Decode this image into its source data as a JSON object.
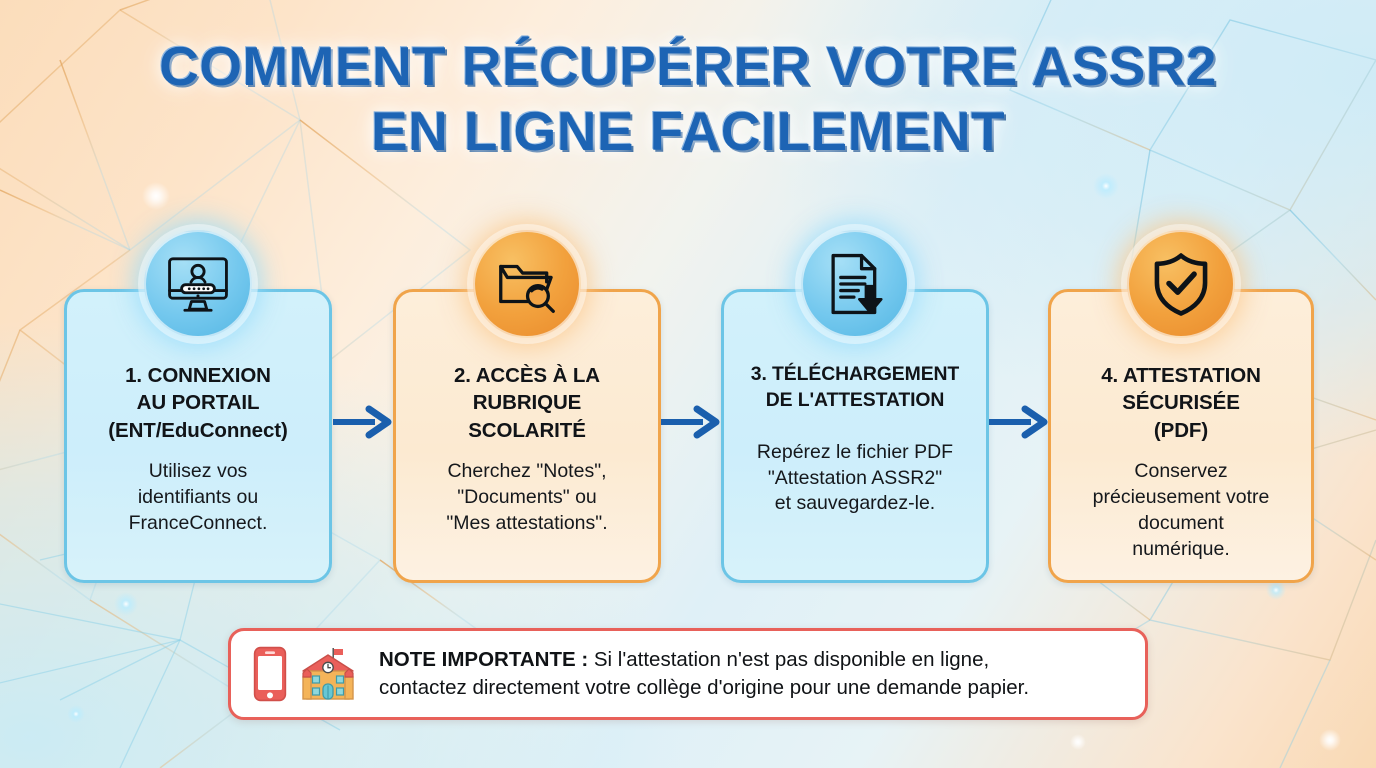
{
  "title": {
    "line1": "COMMENT RÉCUPÉRER VOTRE ASSR2",
    "line2": "EN LIGNE FACILEMENT",
    "color": "#1d64b4"
  },
  "theme": {
    "blue_border": "#6cc5e6",
    "blue_fill": "#cdeefb",
    "orange_border": "#f0a44b",
    "orange_fill": "#fcead1",
    "arrow_color": "#1a5fad",
    "note_border": "#e8615a",
    "bg_peach": "#fbddbb",
    "bg_blue": "#ceebf7"
  },
  "steps": [
    {
      "number": "1",
      "icon": "monitor-login-icon",
      "accent": "blue",
      "title": "1. CONNEXION\nAU PORTAIL\n(ENT/EduConnect)",
      "description": "Utilisez vos\nidentifiants ou\nFranceConnect."
    },
    {
      "number": "2",
      "icon": "folder-search-icon",
      "accent": "orange",
      "title": "2. ACCÈS À LA\nRUBRIQUE\nSCOLARITÉ",
      "description": "Cherchez \"Notes\",\n\"Documents\" ou\n\"Mes attestations\"."
    },
    {
      "number": "3",
      "icon": "document-download-icon",
      "accent": "blue",
      "title": "3. TÉLÉCHARGEMENT\nDE L'ATTESTATION",
      "description": "Repérez le fichier PDF\n\"Attestation ASSR2\"\net sauvegardez-le."
    },
    {
      "number": "4",
      "icon": "shield-check-icon",
      "accent": "orange",
      "title": "4. ATTESTATION\nSÉCURISÉE\n(PDF)",
      "description": "Conservez\nprécieusement votre\ndocument\nnumérique."
    }
  ],
  "arrows": [
    {
      "name": "arrow-step1-to-step2",
      "icon": "arrow-right-icon"
    },
    {
      "name": "arrow-step2-to-step3",
      "icon": "arrow-right-icon"
    },
    {
      "name": "arrow-step3-to-step4",
      "icon": "arrow-right-icon"
    }
  ],
  "note": {
    "icons": [
      "smartphone-icon",
      "school-building-icon"
    ],
    "label": "NOTE IMPORTANTE :",
    "line1": " Si l'attestation n'est pas disponible en ligne,",
    "line2": "contactez directement votre collège d'origine pour une demande papier."
  }
}
